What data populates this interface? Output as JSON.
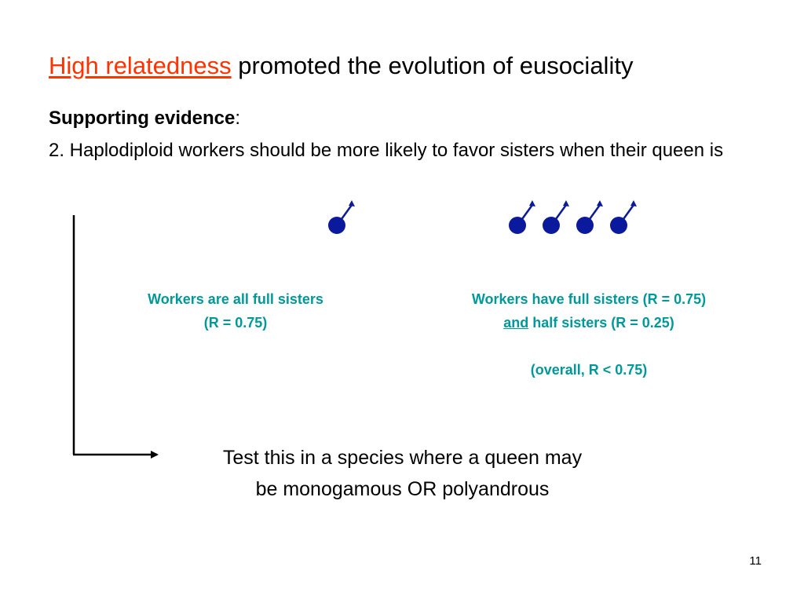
{
  "title": {
    "highlight": "High relatedness",
    "rest": " promoted the evolution of eusociality"
  },
  "evidence": {
    "heading": "Supporting evidence",
    "colon": ":",
    "point": "2.  Haplodiploid workers should be more likely to favor sisters when their queen is"
  },
  "left_caption": {
    "line1": "Workers are all full sisters",
    "line2": "(R = 0.75)"
  },
  "right_caption": {
    "line1": "Workers have full sisters (R = 0.75)",
    "line2_underlined": "and",
    "line2_rest": " half sisters (R = 0.25)",
    "line3": "(overall, R < 0.75)"
  },
  "test_statement": {
    "line1": "Test this in a species where a queen may",
    "line2": "be monogamous OR polyandrous"
  },
  "page_number": "11",
  "colors": {
    "highlight": "#ff3300",
    "caption": "#009999",
    "male_symbol": "#0b1a9c",
    "text": "#000000"
  },
  "icons": {
    "left_group": [
      "male-symbol-icon"
    ],
    "right_group": [
      "male-symbol-icon",
      "male-symbol-icon",
      "male-symbol-icon",
      "male-symbol-icon"
    ]
  }
}
